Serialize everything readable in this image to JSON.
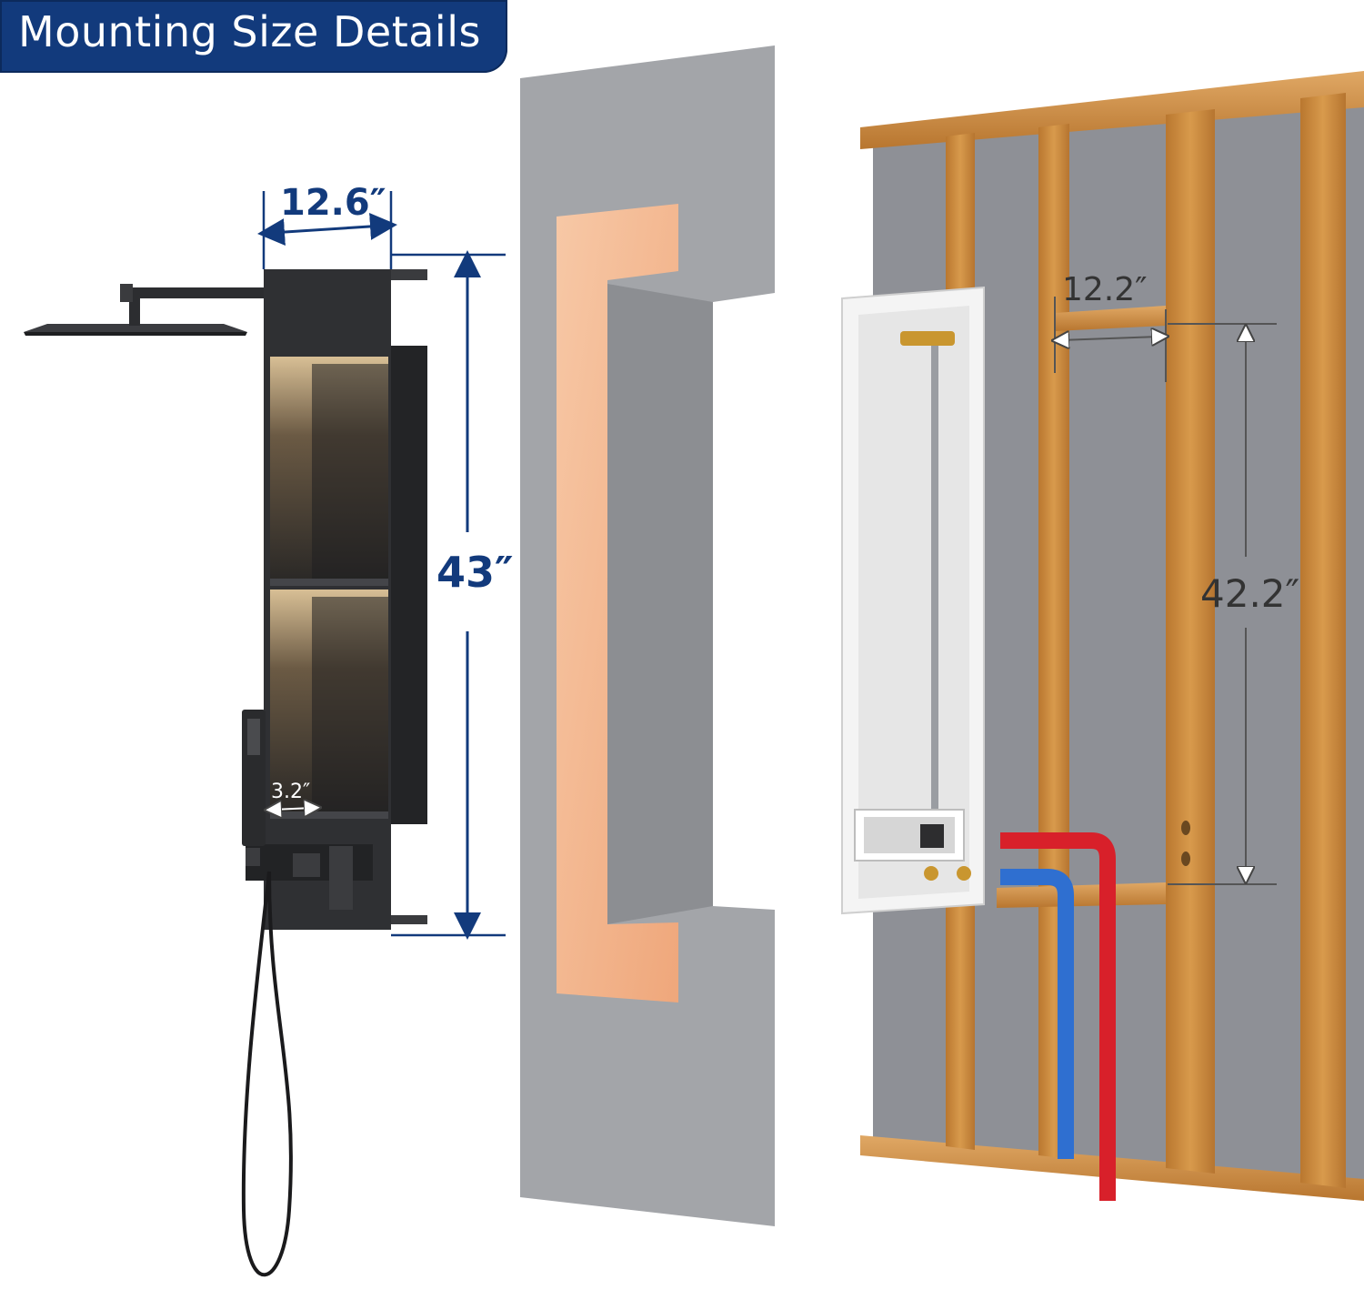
{
  "header": {
    "title": "Mounting Size Details"
  },
  "dimensions": {
    "panel_width": "12.6″",
    "panel_height": "43″",
    "shelf_depth": "3.2″",
    "opening_width": "12.2″",
    "opening_height": "42.2″"
  },
  "colors": {
    "brand": "#123a7c",
    "panel": "#2f3033",
    "wall": "#9a9ca0",
    "stud": "#c98a3c",
    "hot_pipe": "#d8202a",
    "cold_pipe": "#2f6fd0",
    "waterproof_tape": "#f3b58e"
  },
  "icons": [
    "rain-shower-head-icon",
    "hand-shower-icon",
    "mixing-valve-icon"
  ]
}
